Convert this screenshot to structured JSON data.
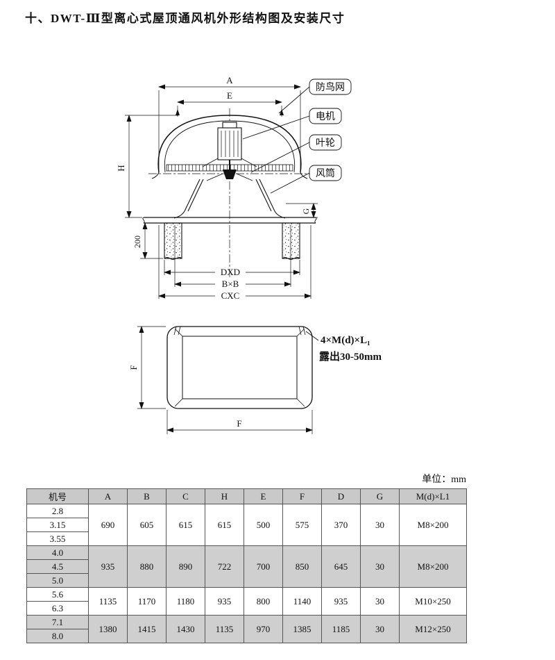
{
  "page": {
    "title": "十、DWT-Ⅲ型离心式屋顶通风机外形结构图及安装尺寸",
    "unit_label": "单位：mm"
  },
  "colors": {
    "line": "#111111",
    "table_header_bg": "#c9c9c9",
    "table_shade_bg": "#cfcfcf",
    "background": "#ffffff"
  },
  "front_view": {
    "callouts": {
      "bird_net": "防鸟网",
      "motor": "电机",
      "impeller": "叶轮",
      "duct": "风筒"
    },
    "dims": {
      "a": "A",
      "e": "E",
      "h": "H",
      "g": "G",
      "curb_height": "200",
      "dxd": "DXD",
      "bxb": "B×B",
      "cxc": "CXC"
    }
  },
  "plan_view": {
    "dims": {
      "f_left": "F",
      "f_bottom": "F"
    },
    "bolt_note_line1": "4×M(d)×L₁",
    "bolt_note_line2": "露出30-50mm"
  },
  "table": {
    "headers": [
      "机号",
      "A",
      "B",
      "C",
      "H",
      "E",
      "F",
      "D",
      "G",
      "M(d)×L1"
    ],
    "groups": [
      {
        "models": [
          "2.8",
          "3.15",
          "3.55"
        ],
        "values": [
          "690",
          "605",
          "615",
          "615",
          "500",
          "575",
          "370",
          "30",
          "M8×200"
        ],
        "shaded": false
      },
      {
        "models": [
          "4.0",
          "4.5",
          "5.0"
        ],
        "values": [
          "935",
          "880",
          "890",
          "722",
          "700",
          "850",
          "645",
          "30",
          "M8×200"
        ],
        "shaded": true
      },
      {
        "models": [
          "5.6",
          "6.3"
        ],
        "values": [
          "1135",
          "1170",
          "1180",
          "935",
          "800",
          "1140",
          "935",
          "30",
          "M10×250"
        ],
        "shaded": false
      },
      {
        "models": [
          "7.1",
          "8.0"
        ],
        "values": [
          "1380",
          "1415",
          "1430",
          "1135",
          "970",
          "1385",
          "1185",
          "30",
          "M12×250"
        ],
        "shaded": true
      }
    ]
  }
}
